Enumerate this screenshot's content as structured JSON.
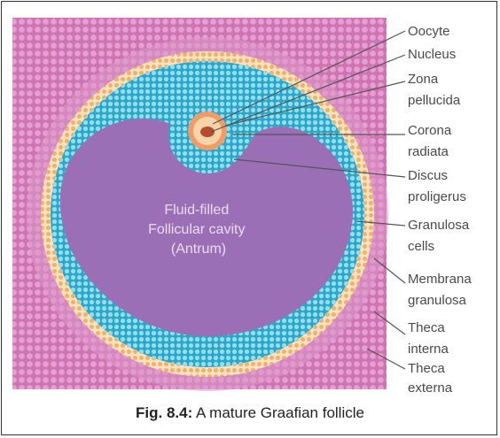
{
  "labels": [
    {
      "id": "oocyte",
      "lines": [
        "Oocyte"
      ]
    },
    {
      "id": "nucleus",
      "lines": [
        "Nucleus"
      ]
    },
    {
      "id": "zona",
      "lines": [
        "Zona",
        "pellucida"
      ]
    },
    {
      "id": "corona",
      "lines": [
        "Corona",
        "radiata"
      ]
    },
    {
      "id": "discus",
      "lines": [
        "Discus",
        "proligerus"
      ]
    },
    {
      "id": "granulosa",
      "lines": [
        "Granulosa",
        "cells"
      ]
    },
    {
      "id": "membrana",
      "lines": [
        "Membrana",
        "granulosa"
      ]
    },
    {
      "id": "theca_interna",
      "lines": [
        "Theca",
        "interna"
      ]
    },
    {
      "id": "theca_externa",
      "lines": [
        "Theca",
        "externa"
      ]
    }
  ],
  "cavity_text": [
    "Fluid-filled",
    "Follicular cavity",
    "(Antrum)"
  ],
  "caption": {
    "fig": "Fig. 8.4:",
    "text": " A mature Graafian follicle"
  },
  "colors": {
    "theca_externa": "#c868a8",
    "theca_interna": "#d98fc0",
    "granulosa_ring": "#f2c18a",
    "membrana": "#5cc7e0",
    "cavity": "#9a6fb4",
    "zona": "#f0a370",
    "oocyte": "#f6d6b0",
    "nucleus": "#b84a2e"
  }
}
